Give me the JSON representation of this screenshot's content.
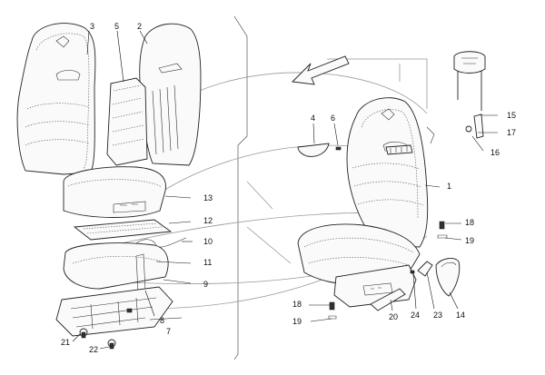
{
  "callouts": [
    {
      "id": "c1",
      "label": "1"
    },
    {
      "id": "c2",
      "label": "2"
    },
    {
      "id": "c3",
      "label": "3"
    },
    {
      "id": "c4",
      "label": "4"
    },
    {
      "id": "c5",
      "label": "5"
    },
    {
      "id": "c6",
      "label": "6"
    },
    {
      "id": "c7",
      "label": "7"
    },
    {
      "id": "c8",
      "label": "8"
    },
    {
      "id": "c9",
      "label": "9"
    },
    {
      "id": "c10",
      "label": "10"
    },
    {
      "id": "c11",
      "label": "11"
    },
    {
      "id": "c12",
      "label": "12"
    },
    {
      "id": "c13",
      "label": "13"
    },
    {
      "id": "c14",
      "label": "14"
    },
    {
      "id": "c15",
      "label": "15"
    },
    {
      "id": "c16",
      "label": "16"
    },
    {
      "id": "c17",
      "label": "17"
    },
    {
      "id": "c18a",
      "label": "18"
    },
    {
      "id": "c18b",
      "label": "18"
    },
    {
      "id": "c19a",
      "label": "19"
    },
    {
      "id": "c19b",
      "label": "19"
    },
    {
      "id": "c20",
      "label": "20"
    },
    {
      "id": "c21",
      "label": "21"
    },
    {
      "id": "c22",
      "label": "22"
    },
    {
      "id": "c23",
      "label": "23"
    },
    {
      "id": "c24",
      "label": "24"
    }
  ]
}
